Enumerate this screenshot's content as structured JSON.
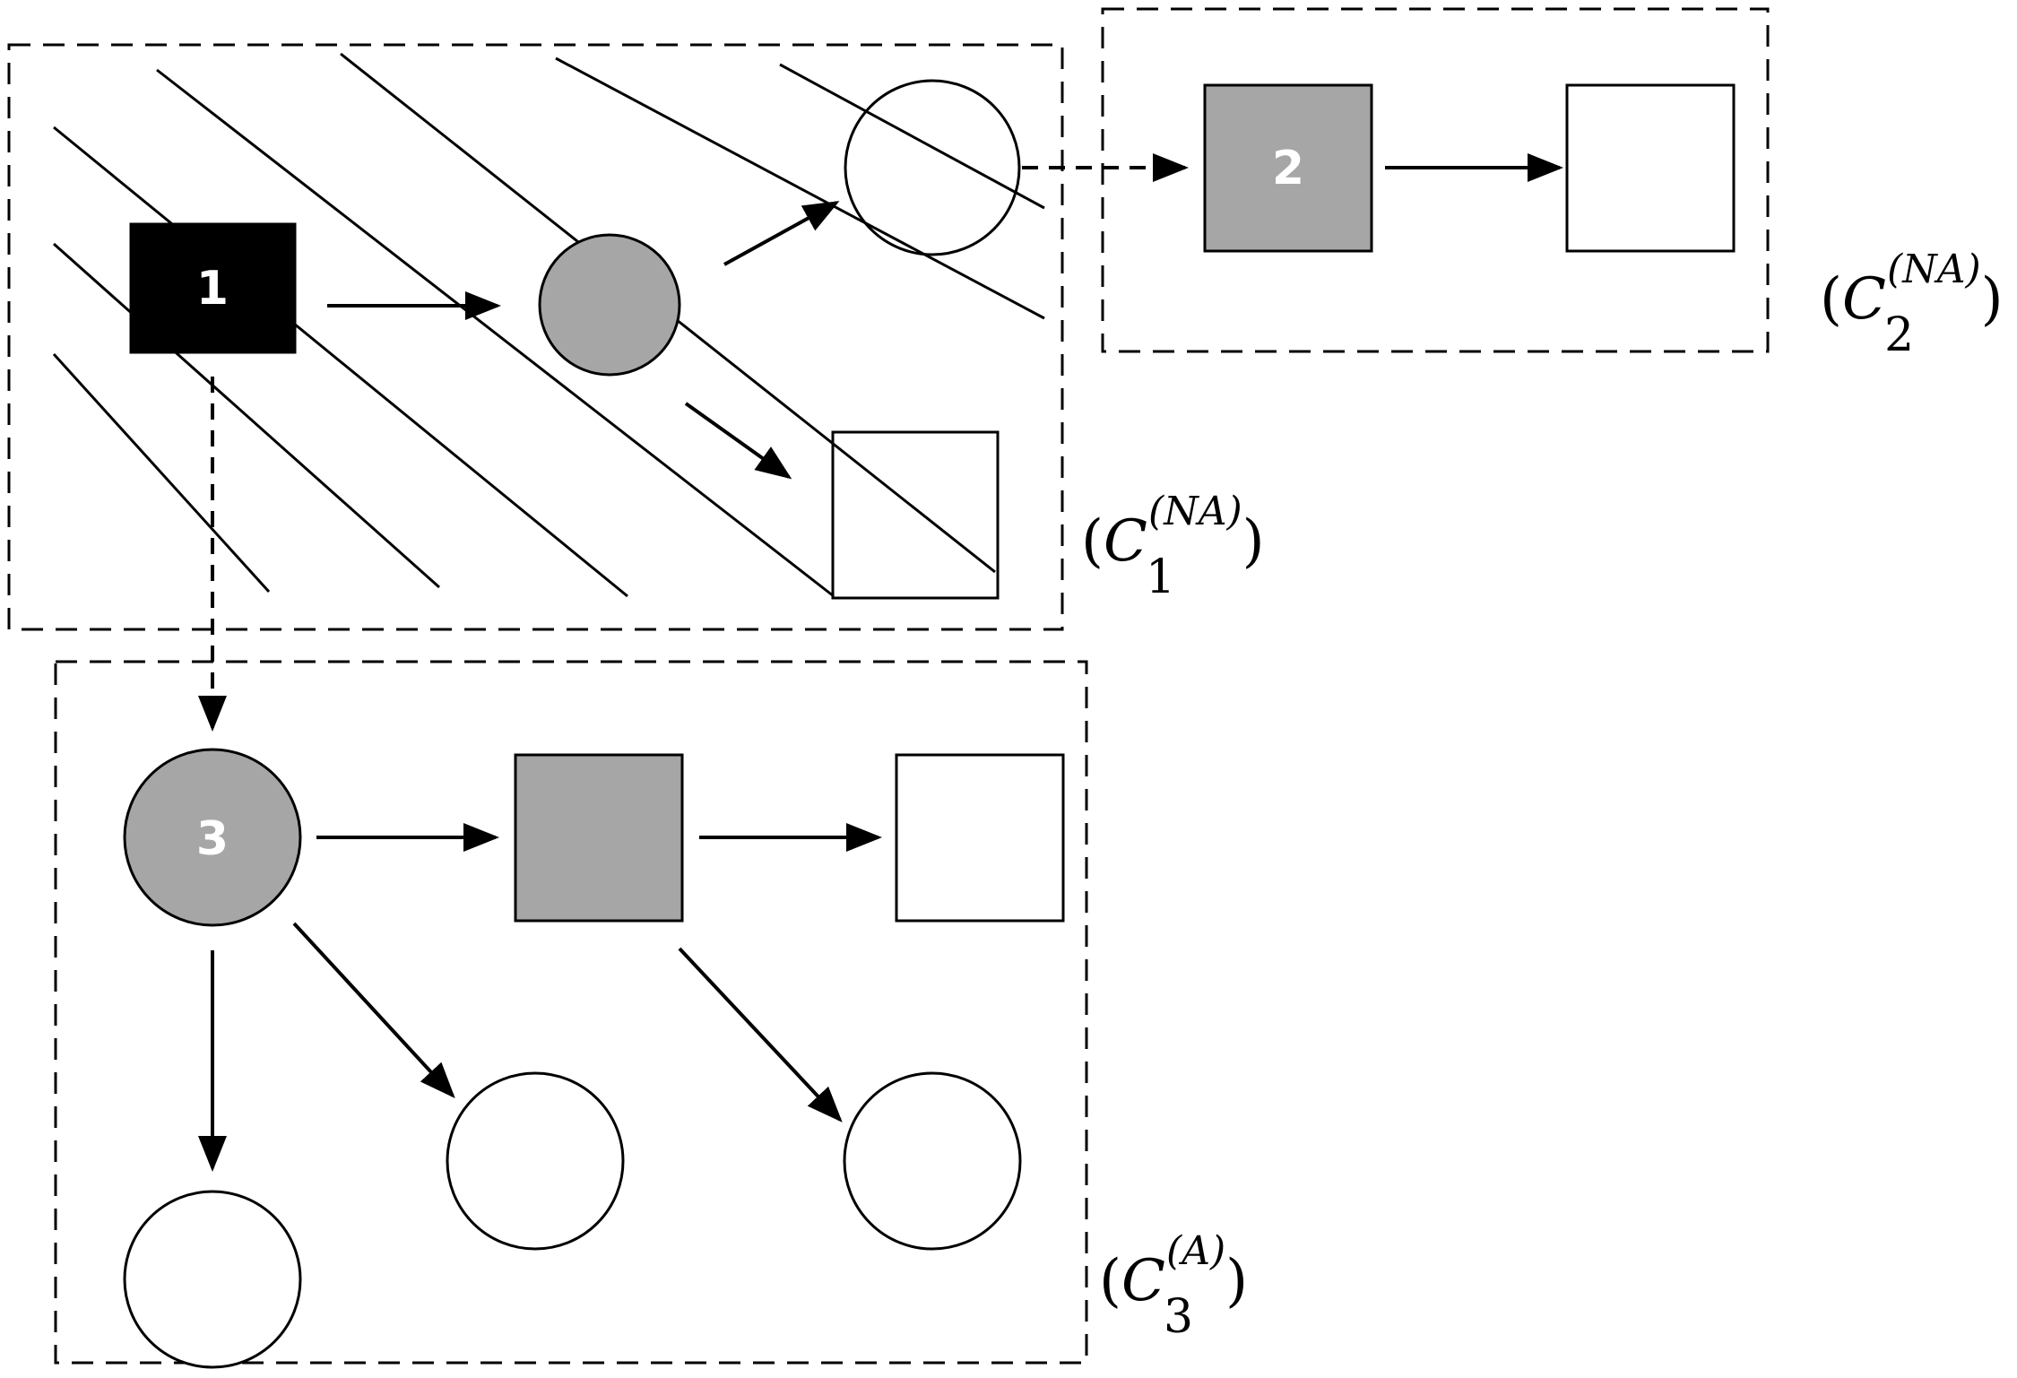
{
  "nodes": {
    "n1": {
      "label": "1",
      "shape": "square",
      "fill": "#000000"
    },
    "n2": {
      "label": "2",
      "shape": "square",
      "fill": "#a6a6a6"
    },
    "n3": {
      "label": "3",
      "shape": "circle",
      "fill": "#a6a6a6"
    }
  },
  "clusters": {
    "c1": {
      "open": "(",
      "symbol": "C",
      "sub": "1",
      "sup": "(NA)",
      "close": ")",
      "hatched": true
    },
    "c2": {
      "open": "(",
      "symbol": "C",
      "sub": "2",
      "sup": "(NA)",
      "close": ")",
      "hatched": false
    },
    "c3": {
      "open": "(",
      "symbol": "C",
      "sub": "3",
      "sup": "(A)",
      "close": ")",
      "hatched": false
    }
  },
  "colors": {
    "black": "#000000",
    "gray": "#a6a6a6",
    "white": "#ffffff"
  }
}
